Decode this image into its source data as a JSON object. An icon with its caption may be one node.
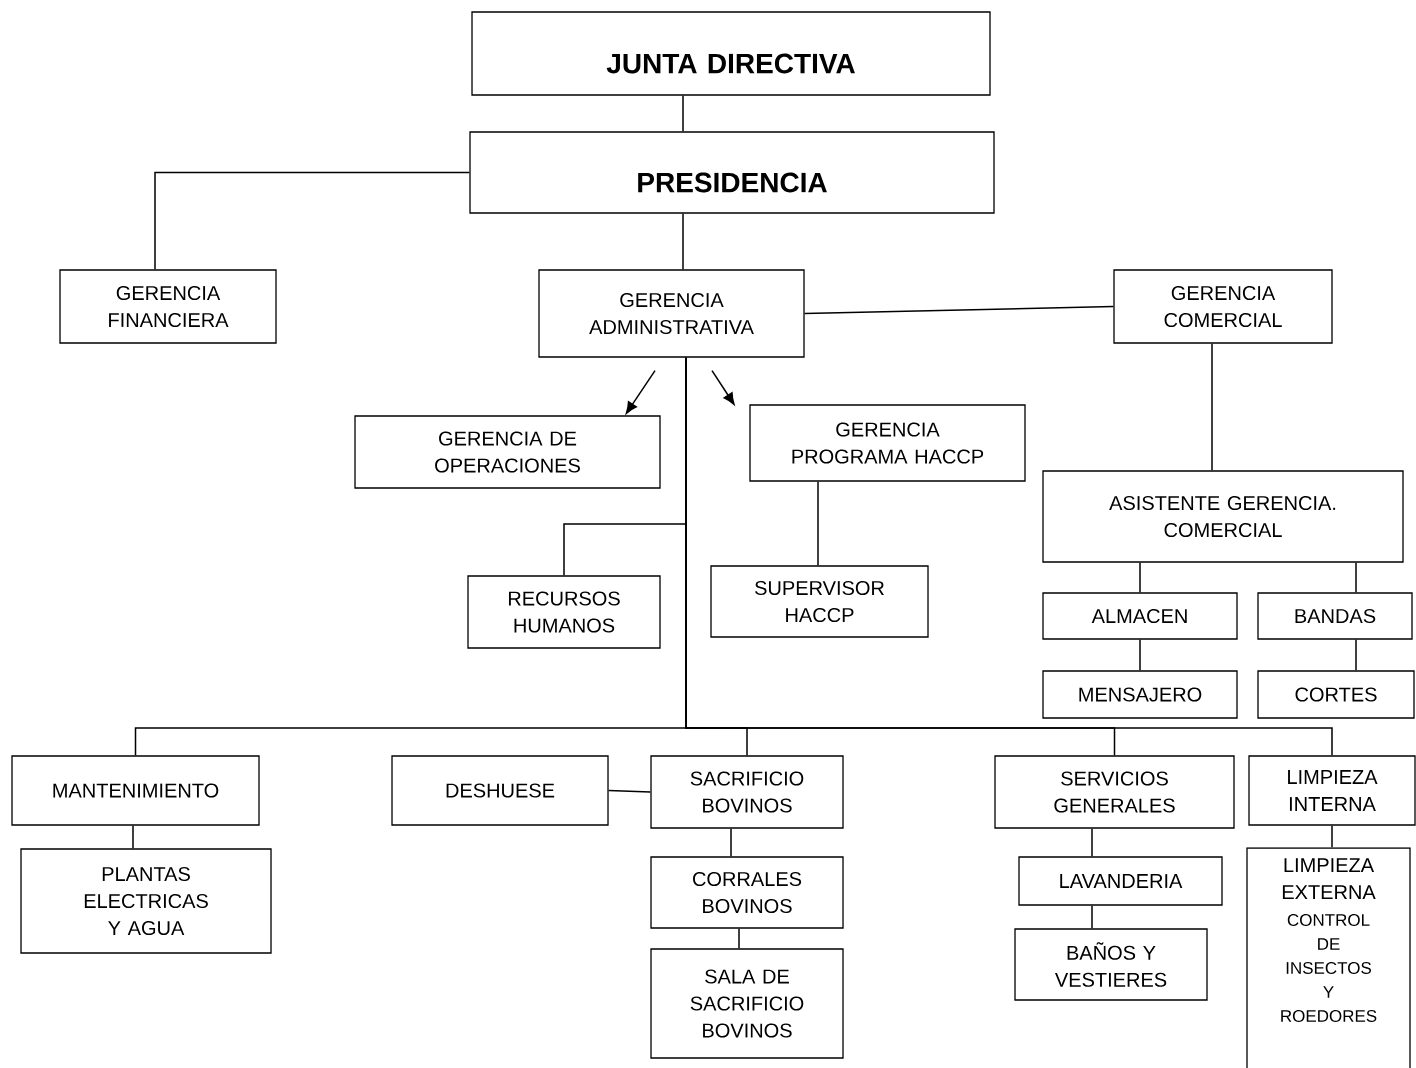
{
  "diagram": {
    "nodes": [
      {
        "text": [
          "JUNTA DIRECTIVA"
        ]
      },
      {
        "text": [
          "PRESIDENCIA"
        ]
      },
      {
        "text": [
          "GERENCIA FINANCIERA"
        ]
      },
      {
        "text": [
          "GERENCIA ADMINISTRATIVA"
        ]
      },
      {
        "text": [
          "GERENCIA COMERCIAL"
        ]
      },
      {
        "text": [
          "GERENCIA DE OPERACIONES"
        ]
      },
      {
        "text": [
          "GERENCIA PROGRAMA HACCP"
        ]
      },
      {
        "text": [
          "RECURSOS HUMANOS"
        ]
      },
      {
        "text": [
          "SUPERVISOR HACCP"
        ]
      },
      {
        "text": [
          "ASISTENTE GERENCIA. COMERCIAL"
        ]
      },
      {
        "text": [
          "ALMACEN"
        ]
      },
      {
        "text": [
          "BANDAS"
        ]
      },
      {
        "text": [
          "MENSAJERO"
        ]
      },
      {
        "text": [
          "CORTES"
        ]
      },
      {
        "text": [
          "MANTENIMIENTO"
        ]
      },
      {
        "text": [
          "DESHUESE"
        ]
      },
      {
        "text": [
          "SACRIFICIO BOVINOS"
        ]
      },
      {
        "text": [
          "SERVICIOS GENERALES"
        ]
      },
      {
        "text": [
          "LIMPIEZA INTERNA"
        ]
      },
      {
        "text": [
          "PLANTAS ELECTRICAS Y AGUA"
        ]
      },
      {
        "text": [
          "CORRALES BOVINOS"
        ]
      },
      {
        "text": [
          "SALA DE SACRIFICIO BOVINOS"
        ]
      },
      {
        "text": [
          "LAVANDERIA"
        ]
      },
      {
        "text": [
          "BAÑOS Y VESTIERES"
        ]
      },
      {
        "text": [
          "LIMPIEZA EXTERNA",
          "CONTROL DE INSECTOS Y ROEDORES"
        ]
      }
    ],
    "edges": [
      {
        "from": 0,
        "to": 1,
        "arrow": "none"
      },
      {
        "from": 1,
        "to": 2,
        "arrow": "none"
      },
      {
        "from": 1,
        "to": 3,
        "arrow": "none"
      },
      {
        "from": 3,
        "to": 4,
        "arrow": "none"
      },
      {
        "from": 3,
        "to": 5,
        "arrow": "to"
      },
      {
        "from": 3,
        "to": 6,
        "arrow": "to"
      },
      {
        "from": 3,
        "to": 7,
        "arrow": "none"
      },
      {
        "from": 3,
        "to": 14,
        "arrow": "none"
      },
      {
        "from": 3,
        "to": 16,
        "arrow": "none"
      },
      {
        "from": 3,
        "to": 17,
        "arrow": "none"
      },
      {
        "from": 3,
        "to": 18,
        "arrow": "none"
      },
      {
        "from": 4,
        "to": 9,
        "arrow": "none"
      },
      {
        "from": 6,
        "to": 8,
        "arrow": "none"
      },
      {
        "from": 9,
        "to": 10,
        "arrow": "none"
      },
      {
        "from": 9,
        "to": 11,
        "arrow": "none"
      },
      {
        "from": 10,
        "to": 12,
        "arrow": "none"
      },
      {
        "from": 11,
        "to": 13,
        "arrow": "none"
      },
      {
        "from": 14,
        "to": 19,
        "arrow": "none"
      },
      {
        "from": 15,
        "to": 16,
        "arrow": "none"
      },
      {
        "from": 16,
        "to": 20,
        "arrow": "none"
      },
      {
        "from": 20,
        "to": 21,
        "arrow": "none"
      },
      {
        "from": 17,
        "to": 22,
        "arrow": "none"
      },
      {
        "from": 22,
        "to": 23,
        "arrow": "none"
      },
      {
        "from": 18,
        "to": 24,
        "arrow": "none"
      }
    ]
  }
}
